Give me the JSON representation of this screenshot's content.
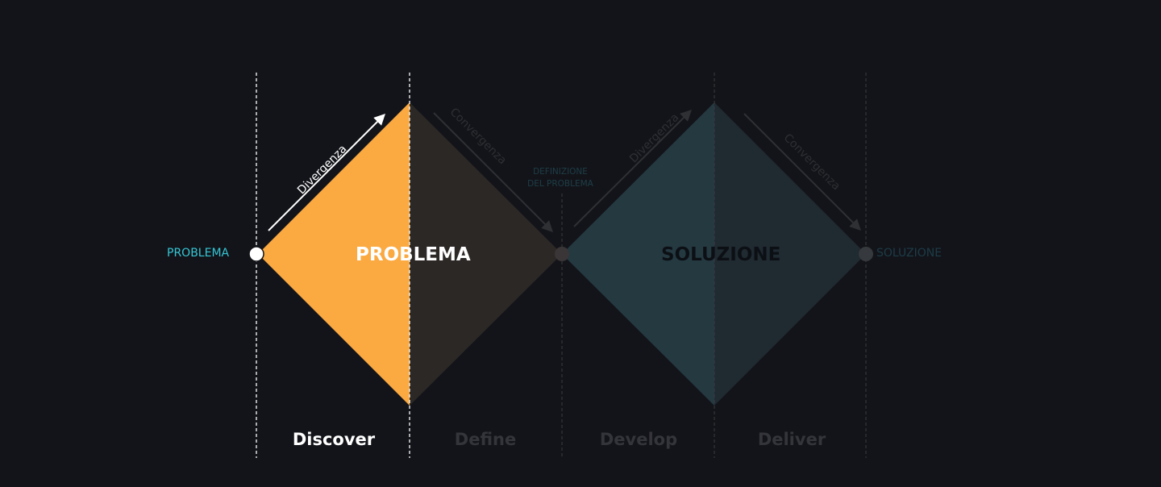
{
  "diagram": {
    "start_label": "PROBLEMA",
    "end_label": "SOLUZIONE",
    "mid_label_line1": "DEFINIZIONE",
    "mid_label_line2": "DEL PROBLEMA",
    "diamond_problem_title": "PROBLEMA",
    "diamond_solution_title": "SOLUZIONE",
    "arrows": [
      {
        "label": "Divergenza",
        "active": true
      },
      {
        "label": "Convergenza",
        "active": false
      },
      {
        "label": "Divergenza",
        "active": false
      },
      {
        "label": "Convergenza",
        "active": false
      }
    ],
    "phases": [
      {
        "label": "Discover",
        "active": true
      },
      {
        "label": "Define",
        "active": false
      },
      {
        "label": "Develop",
        "active": false
      },
      {
        "label": "Deliver",
        "active": false
      }
    ],
    "colors": {
      "background": "#131419",
      "active_orange": "#fba941",
      "dim_brown": "#2c2826",
      "teal_left": "#253941",
      "teal_right": "#202a31",
      "start_label": "#35c7d6"
    }
  }
}
